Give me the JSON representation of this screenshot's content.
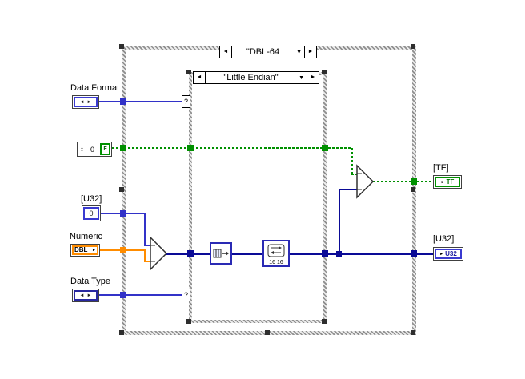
{
  "glyphs": {
    "left_arrow": "◄",
    "right_arrow": "►",
    "down_arrow": "▼",
    "up_arrow": "▲"
  },
  "outer_case": {
    "title": "\"DBL-64"
  },
  "inner_case": {
    "title": "\"Little Endian\""
  },
  "selector_terminals": {
    "top": "?",
    "bottom": "?"
  },
  "controls": {
    "data_format": {
      "label": "Data Format"
    },
    "enum_constant": {
      "value": "0",
      "boolean_flag": "F"
    },
    "u32_input": {
      "label": "[U32]",
      "value": "0"
    },
    "numeric": {
      "label": "Numeric",
      "datatype": "DBL"
    },
    "data_type": {
      "label": "Data Type"
    }
  },
  "indicators": {
    "tf_output": {
      "label": "[TF]",
      "datatype": "TF"
    },
    "u32_output": {
      "label": "[U32]",
      "datatype": "U32"
    }
  },
  "function_nodes": {
    "swap_words": {
      "caption": "16 16"
    }
  },
  "colors": {
    "wire_blue": "#3232c8",
    "wire_main": "#0a0a96",
    "wire_green": "#009000",
    "wire_orange": "#ff8c00",
    "structure_border": "#8f8f8f"
  }
}
